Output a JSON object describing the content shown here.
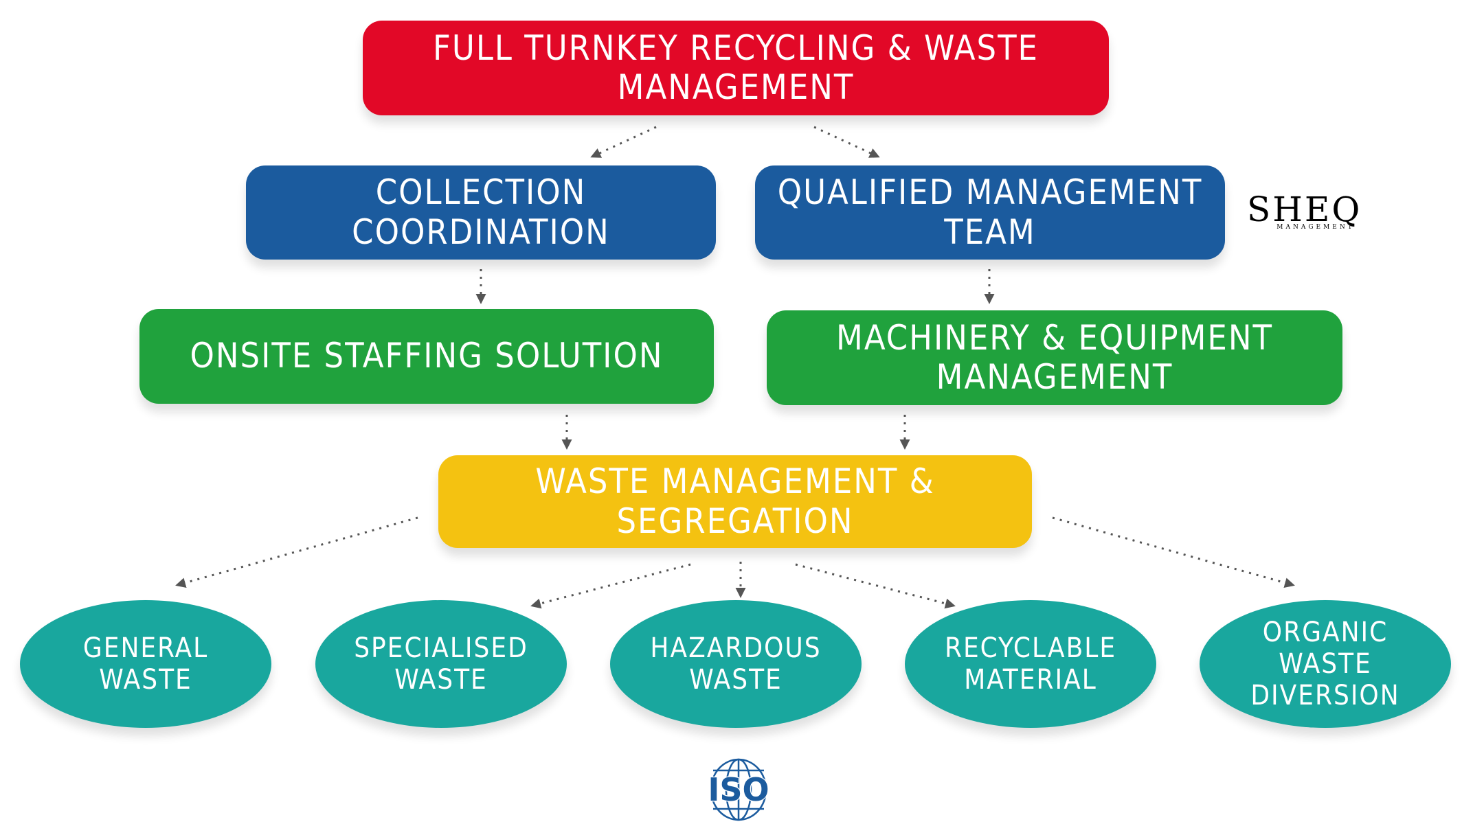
{
  "diagram": {
    "top": "Full Turnkey Recycling & Waste Management",
    "level2": {
      "left": "Collection Coordination",
      "right": "Qualified Management Team"
    },
    "level3": {
      "left": "Onsite Staffing Solution",
      "right": "Machinery & Equipment Management"
    },
    "level4": "Waste Management & Segregation",
    "categories": [
      "General Waste",
      "Specialised Waste",
      "Hazardous Waste",
      "Recyclable Material",
      "Organic Waste Diversion"
    ]
  },
  "logos": {
    "sheq": {
      "main": "SHEQ",
      "sub": "MANAGEMENT"
    },
    "iso": "ISO"
  },
  "colors": {
    "red": "#e20827",
    "blue": "#1b5b9e",
    "green": "#20a23d",
    "yellow": "#f4c211",
    "teal": "#19a79e"
  }
}
